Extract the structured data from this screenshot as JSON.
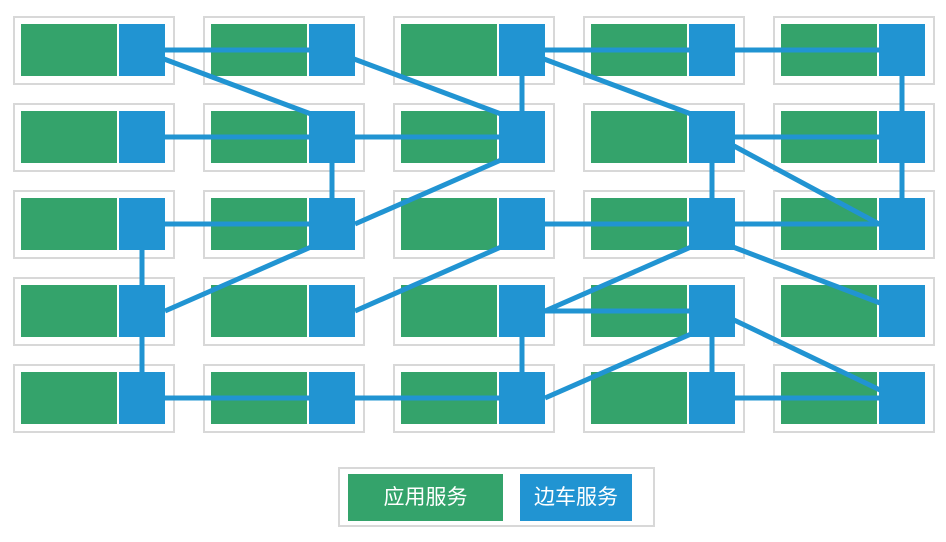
{
  "diagram": {
    "grid": {
      "rows": 5,
      "cols": 5
    },
    "node_types": {
      "app_service": "应用服务",
      "sidecar_service": "边车服务"
    }
  },
  "colors": {
    "app_service_green": "#34a36b",
    "sidecar_blue": "#2194d2",
    "connection_blue": "#2194d2",
    "box_border_gray": "#d8d8d8",
    "background": "#ffffff",
    "legend_text": "#ffffff"
  },
  "legend": {
    "items": [
      {
        "label": "应用服务",
        "color": "#34a36b"
      },
      {
        "label": "边车服务",
        "color": "#2194d2"
      }
    ]
  },
  "connections": [
    {
      "from": [
        1,
        1
      ],
      "to": [
        1,
        2
      ],
      "from_anchor": "r",
      "to_anchor": "l"
    },
    {
      "from": [
        1,
        3
      ],
      "to": [
        1,
        4
      ],
      "from_anchor": "r",
      "to_anchor": "l"
    },
    {
      "from": [
        1,
        4
      ],
      "to": [
        1,
        5
      ],
      "from_anchor": "r",
      "to_anchor": "l"
    },
    {
      "from": [
        2,
        1
      ],
      "to": [
        2,
        2
      ],
      "from_anchor": "r",
      "to_anchor": "l"
    },
    {
      "from": [
        2,
        2
      ],
      "to": [
        2,
        3
      ],
      "from_anchor": "r",
      "to_anchor": "l"
    },
    {
      "from": [
        2,
        4
      ],
      "to": [
        2,
        5
      ],
      "from_anchor": "r",
      "to_anchor": "l"
    },
    {
      "from": [
        3,
        1
      ],
      "to": [
        3,
        2
      ],
      "from_anchor": "r",
      "to_anchor": "l"
    },
    {
      "from": [
        3,
        3
      ],
      "to": [
        3,
        4
      ],
      "from_anchor": "r",
      "to_anchor": "l"
    },
    {
      "from": [
        3,
        4
      ],
      "to": [
        3,
        5
      ],
      "from_anchor": "r",
      "to_anchor": "l"
    },
    {
      "from": [
        4,
        3
      ],
      "to": [
        4,
        4
      ],
      "from_anchor": "r",
      "to_anchor": "l"
    },
    {
      "from": [
        5,
        1
      ],
      "to": [
        5,
        2
      ],
      "from_anchor": "r",
      "to_anchor": "l"
    },
    {
      "from": [
        5,
        2
      ],
      "to": [
        5,
        3
      ],
      "from_anchor": "r",
      "to_anchor": "l"
    },
    {
      "from": [
        5,
        4
      ],
      "to": [
        5,
        5
      ],
      "from_anchor": "r",
      "to_anchor": "l"
    },
    {
      "from": [
        1,
        3
      ],
      "to": [
        2,
        3
      ],
      "from_anchor": "b",
      "to_anchor": "t"
    },
    {
      "from": [
        1,
        5
      ],
      "to": [
        2,
        5
      ],
      "from_anchor": "b",
      "to_anchor": "t"
    },
    {
      "from": [
        2,
        2
      ],
      "to": [
        3,
        2
      ],
      "from_anchor": "b",
      "to_anchor": "t"
    },
    {
      "from": [
        2,
        4
      ],
      "to": [
        3,
        4
      ],
      "from_anchor": "b",
      "to_anchor": "t"
    },
    {
      "from": [
        2,
        5
      ],
      "to": [
        3,
        5
      ],
      "from_anchor": "b",
      "to_anchor": "t"
    },
    {
      "from": [
        3,
        1
      ],
      "to": [
        4,
        1
      ],
      "from_anchor": "b",
      "to_anchor": "t"
    },
    {
      "from": [
        4,
        1
      ],
      "to": [
        5,
        1
      ],
      "from_anchor": "b",
      "to_anchor": "t"
    },
    {
      "from": [
        4,
        3
      ],
      "to": [
        5,
        3
      ],
      "from_anchor": "b",
      "to_anchor": "t"
    },
    {
      "from": [
        4,
        4
      ],
      "to": [
        5,
        4
      ],
      "from_anchor": "b",
      "to_anchor": "t"
    },
    {
      "from": [
        1,
        1
      ],
      "to": [
        2,
        2
      ],
      "from_anchor": "rl",
      "to_anchor": "tl"
    },
    {
      "from": [
        1,
        2
      ],
      "to": [
        2,
        3
      ],
      "from_anchor": "rl",
      "to_anchor": "tl"
    },
    {
      "from": [
        1,
        3
      ],
      "to": [
        2,
        4
      ],
      "from_anchor": "rl",
      "to_anchor": "tl"
    },
    {
      "from": [
        2,
        3
      ],
      "to": [
        3,
        2
      ],
      "from_anchor": "bl",
      "to_anchor": "r"
    },
    {
      "from": [
        2,
        4
      ],
      "to": [
        3,
        5
      ],
      "from_anchor": "rl",
      "to_anchor": "l"
    },
    {
      "from": [
        3,
        2
      ],
      "to": [
        4,
        1
      ],
      "from_anchor": "bl",
      "to_anchor": "r"
    },
    {
      "from": [
        3,
        3
      ],
      "to": [
        4,
        2
      ],
      "from_anchor": "bl",
      "to_anchor": "r"
    },
    {
      "from": [
        3,
        4
      ],
      "to": [
        4,
        3
      ],
      "from_anchor": "bl",
      "to_anchor": "r"
    },
    {
      "from": [
        3,
        4
      ],
      "to": [
        4,
        5
      ],
      "from_anchor": "br",
      "to_anchor": "lh"
    },
    {
      "from": [
        4,
        4
      ],
      "to": [
        5,
        3
      ],
      "from_anchor": "bl",
      "to_anchor": "r"
    },
    {
      "from": [
        4,
        4
      ],
      "to": [
        5,
        5
      ],
      "from_anchor": "rl",
      "to_anchor": "lh"
    }
  ]
}
